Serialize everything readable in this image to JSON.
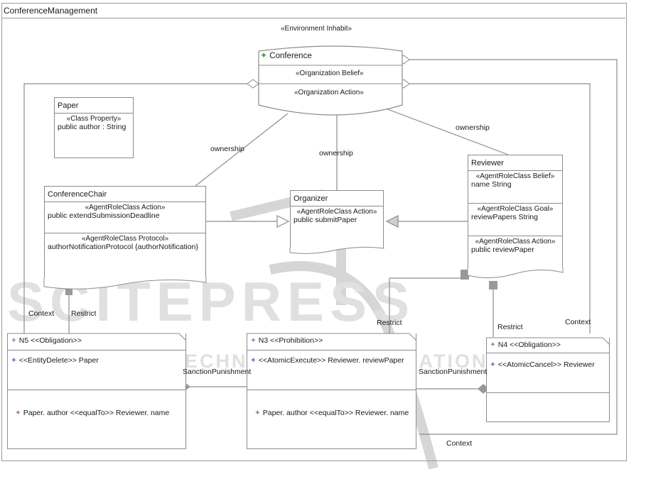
{
  "frame": {
    "title": "ConferenceManagement",
    "stereotype": "«Environment Inhabit»"
  },
  "conference": {
    "name": "Conference",
    "belief": "«Organization Belief»",
    "action": "«Organization Action»"
  },
  "paper": {
    "name": "Paper",
    "stereotype": "«Class Property»",
    "attr": "public author : String"
  },
  "chair": {
    "name": "ConferenceChair",
    "action_st": "«AgentRoleClass Action»",
    "action": "public extendSubmissionDeadline",
    "protocol_st": "«AgentRoleClass Protocol»",
    "protocol": "authorNotificationProtocol {authorNotification}"
  },
  "organizer": {
    "name": "Organizer",
    "action_st": "«AgentRoleClass Action»",
    "action": "public submitPaper"
  },
  "reviewer": {
    "name": "Reviewer",
    "belief_st": "«AgentRoleClass Belief»",
    "belief": "name String",
    "goal_st": "«AgentRoleClass Goal»",
    "goal": "reviewPapers String",
    "action_st": "«AgentRoleClass Action»",
    "action": "public reviewPaper"
  },
  "n5": {
    "title": "N5 <<Obligation>>",
    "action": "<<EntityDelete>> Paper",
    "condition": "Paper. author <<equalTo>> Reviewer. name"
  },
  "n3": {
    "title": "N3 <<Prohibition>>",
    "action": "<<AtomicExecute>> Reviewer. reviewPaper",
    "condition": "Paper. author <<equalTo>> Reviewer. name"
  },
  "n4": {
    "title": "N4 <<Obligation>>",
    "action": "<<AtomicCancel>> Reviewer"
  },
  "labels": {
    "ownership": "ownership",
    "context": "Context",
    "restrict": "Restrict",
    "sanction": "SanctionPunishment"
  },
  "watermark": {
    "main": "SCITEPRESS",
    "sub": "SCIENCE AND TECHNOLOGY PUBLICATIONS"
  },
  "colors": {
    "line": "#8c8c8c",
    "watermark": "#d9d9d9",
    "norm_icon": "#7a9cc6",
    "action_icon": "#8e6bb0",
    "cond_icon": "#b07b8f",
    "class_icon": "#4f9a4f"
  }
}
